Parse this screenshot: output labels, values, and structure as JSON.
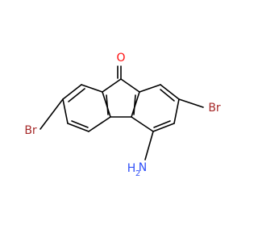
{
  "molecule": {
    "atoms": {
      "oxygen": {
        "symbol": "O",
        "color": "#ff0d0d"
      },
      "bromine_left": {
        "symbol": "Br",
        "color": "#a62929"
      },
      "bromine_right": {
        "symbol": "Br",
        "color": "#a62929"
      },
      "nitrogen": {
        "symbol": "N",
        "color": "#3050f8"
      },
      "amine_hydrogen": {
        "symbol": "H",
        "color": "#3050f8"
      },
      "amine_hydrogen_count": {
        "symbol": "2",
        "color": "#3050f8"
      }
    },
    "bond_color": "#000000"
  }
}
